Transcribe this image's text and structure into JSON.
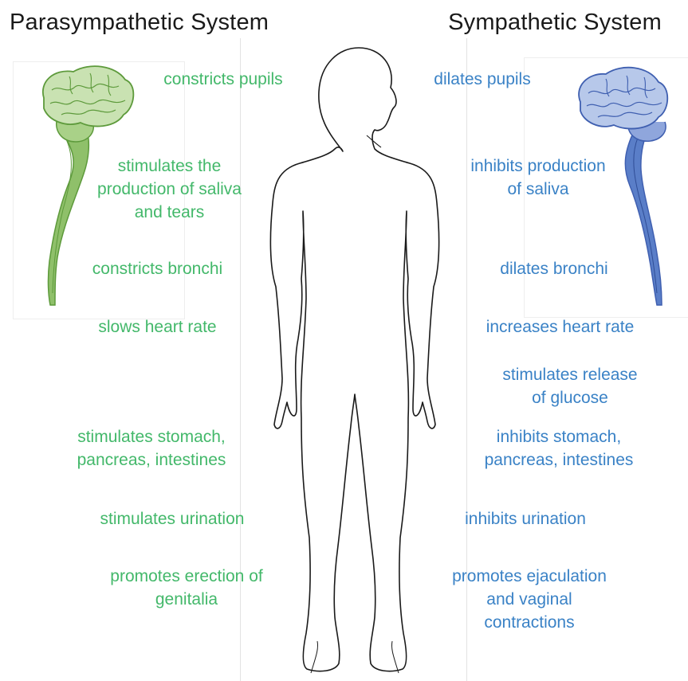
{
  "titles": {
    "left": "Parasympathetic System",
    "right": "Sympathetic System"
  },
  "colors": {
    "parasympathetic": "#43b86a",
    "sympathetic": "#3a82c6",
    "brain_left_fill": "#c9e2b2",
    "brain_left_stroke": "#5d9a3b",
    "brain_right_fill": "#b7c8ea",
    "brain_right_stroke": "#3f5fb0",
    "body_outline": "#1a1a1a"
  },
  "parasympathetic": [
    {
      "text": "constricts pupils"
    },
    {
      "text": "stimulates the\nproduction of saliva\nand tears"
    },
    {
      "text": "constricts bronchi"
    },
    {
      "text": "slows heart rate"
    },
    {
      "text": "stimulates stomach,\npancreas, intestines"
    },
    {
      "text": "stimulates urination"
    },
    {
      "text": "promotes erection of\ngenitalia"
    }
  ],
  "sympathetic": [
    {
      "text": "dilates pupils"
    },
    {
      "text": "inhibits production\nof saliva"
    },
    {
      "text": "dilates bronchi"
    },
    {
      "text": "increases heart rate"
    },
    {
      "text": "stimulates release\nof glucose"
    },
    {
      "text": "inhibits stomach,\npancreas, intestines"
    },
    {
      "text": "inhibits urination"
    },
    {
      "text": "promotes ejaculation\nand vaginal\ncontractions"
    }
  ],
  "icons": {
    "left": "brain-spinal-cord-icon",
    "right": "brain-spinal-cord-icon",
    "center": "human-body-outline-icon"
  }
}
